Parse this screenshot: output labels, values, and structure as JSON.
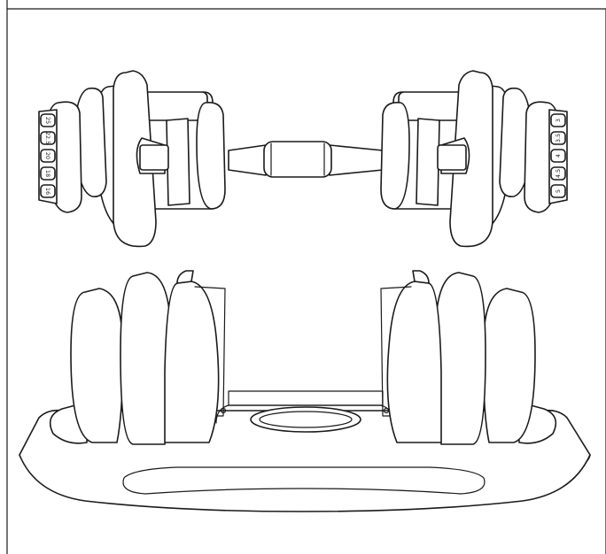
{
  "illustration": {
    "subject_icon": "adjustable-dumbbell-icon",
    "line_color": "#1a1a1a",
    "background_color": "#ffffff",
    "left_dial_labels": [
      "25",
      "22.5",
      "20",
      "18",
      "16"
    ],
    "right_dial_labels": [
      "3",
      "3.5",
      "4",
      "4.5",
      "5"
    ]
  }
}
